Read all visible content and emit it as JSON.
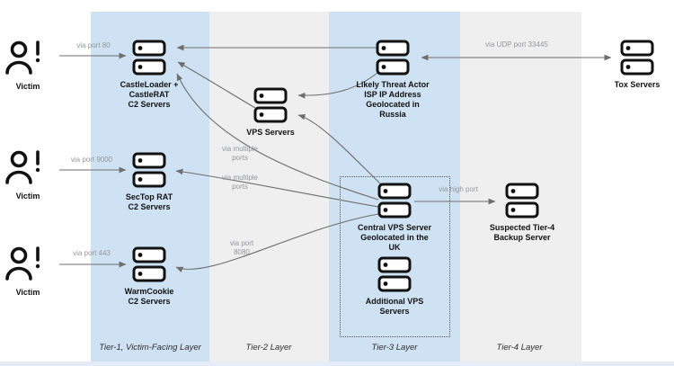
{
  "nodes": {
    "victim1": {
      "label": "Victim"
    },
    "victim2": {
      "label": "Victim"
    },
    "victim3": {
      "label": "Victim"
    },
    "castle": {
      "label": "CastleLoader +\nCastleRAT\nC2 Servers"
    },
    "sectop": {
      "label": "SecTop RAT\nC2 Servers"
    },
    "warmcookie": {
      "label": "WarmCookie\nC2 Servers"
    },
    "vps": {
      "label": "VPS Servers"
    },
    "threat_actor": {
      "label": "Likely Threat Actor\nISP IP Address\nGeolocated in\nRussia"
    },
    "central_vps": {
      "label": "Central VPS Server\nGeolocated in the\nUK"
    },
    "additional_vps": {
      "label": "Additional VPS\nServers"
    },
    "backup": {
      "label": "Suspected Tier-4\nBackup Server"
    },
    "tox": {
      "label": "Tox Servers"
    }
  },
  "edge_labels": {
    "port80": "via port 80",
    "port9000": "via port 9000",
    "port443": "via port 443",
    "udp33445": "via UDP port 33445",
    "high_port": "via high port",
    "multi_ports_1": "via multiple\nports",
    "multi_ports_2": "via multiple\nports",
    "port8080": "via port\n8080"
  },
  "tiers": [
    {
      "label": "Tier-1, Victim-Facing Layer"
    },
    {
      "label": "Tier-2 Layer"
    },
    {
      "label": "Tier-3 Layer"
    },
    {
      "label": "Tier-4 Layer"
    }
  ],
  "colors": {
    "tier_blue": "#cfe2f3",
    "tier_gray": "#efefef",
    "line_gray": "#6e6e6e",
    "label_gray": "#94979b",
    "icon_black": "#121212"
  }
}
